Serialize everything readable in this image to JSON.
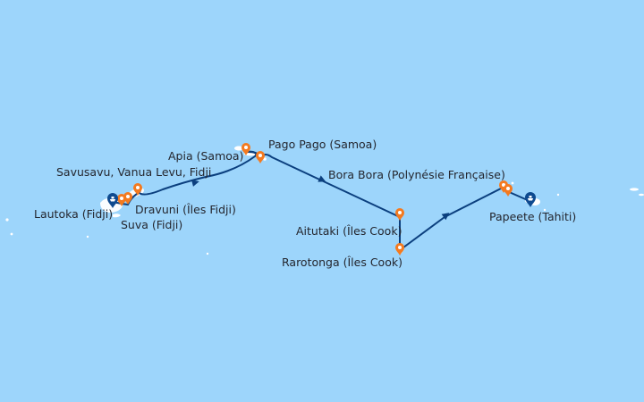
{
  "map": {
    "colors": {
      "ocean": "#9dd5fb",
      "island": "#ffffff",
      "route": "#0b3f7e",
      "port_pin": "#f47a1f",
      "endpoint_pin": "#0e4a8f",
      "label": "#24262e"
    },
    "ports": {
      "lautoka": {
        "name": "Lautoka (Fidji)",
        "type": "start-end",
        "icon": "ship-pin-icon"
      },
      "suva": {
        "name": "Suva (Fidji)",
        "type": "port",
        "icon": "map-pin-icon"
      },
      "dravuni": {
        "name": "Dravuni (Îles Fidji)",
        "type": "port",
        "icon": "map-pin-icon"
      },
      "savusavu": {
        "name": "Savusavu, Vanua Levu, Fidji",
        "type": "port",
        "icon": "map-pin-icon"
      },
      "apia": {
        "name": "Apia (Samoa)",
        "type": "port",
        "icon": "map-pin-icon"
      },
      "pago_pago": {
        "name": "Pago Pago (Samoa)",
        "type": "port",
        "icon": "map-pin-icon"
      },
      "bora_bora": {
        "name": "Bora Bora (Polynésie Française)",
        "type": "port",
        "icon": "map-pin-icon"
      },
      "aitutaki": {
        "name": "Aitutaki (Îles Cook)",
        "type": "port",
        "icon": "map-pin-icon"
      },
      "rarotonga": {
        "name": "Rarotonga (Îles Cook)",
        "type": "port",
        "icon": "map-pin-icon"
      },
      "papeete": {
        "name": "Papeete (Tahiti)",
        "type": "start-end",
        "icon": "ship-pin-icon"
      }
    }
  }
}
